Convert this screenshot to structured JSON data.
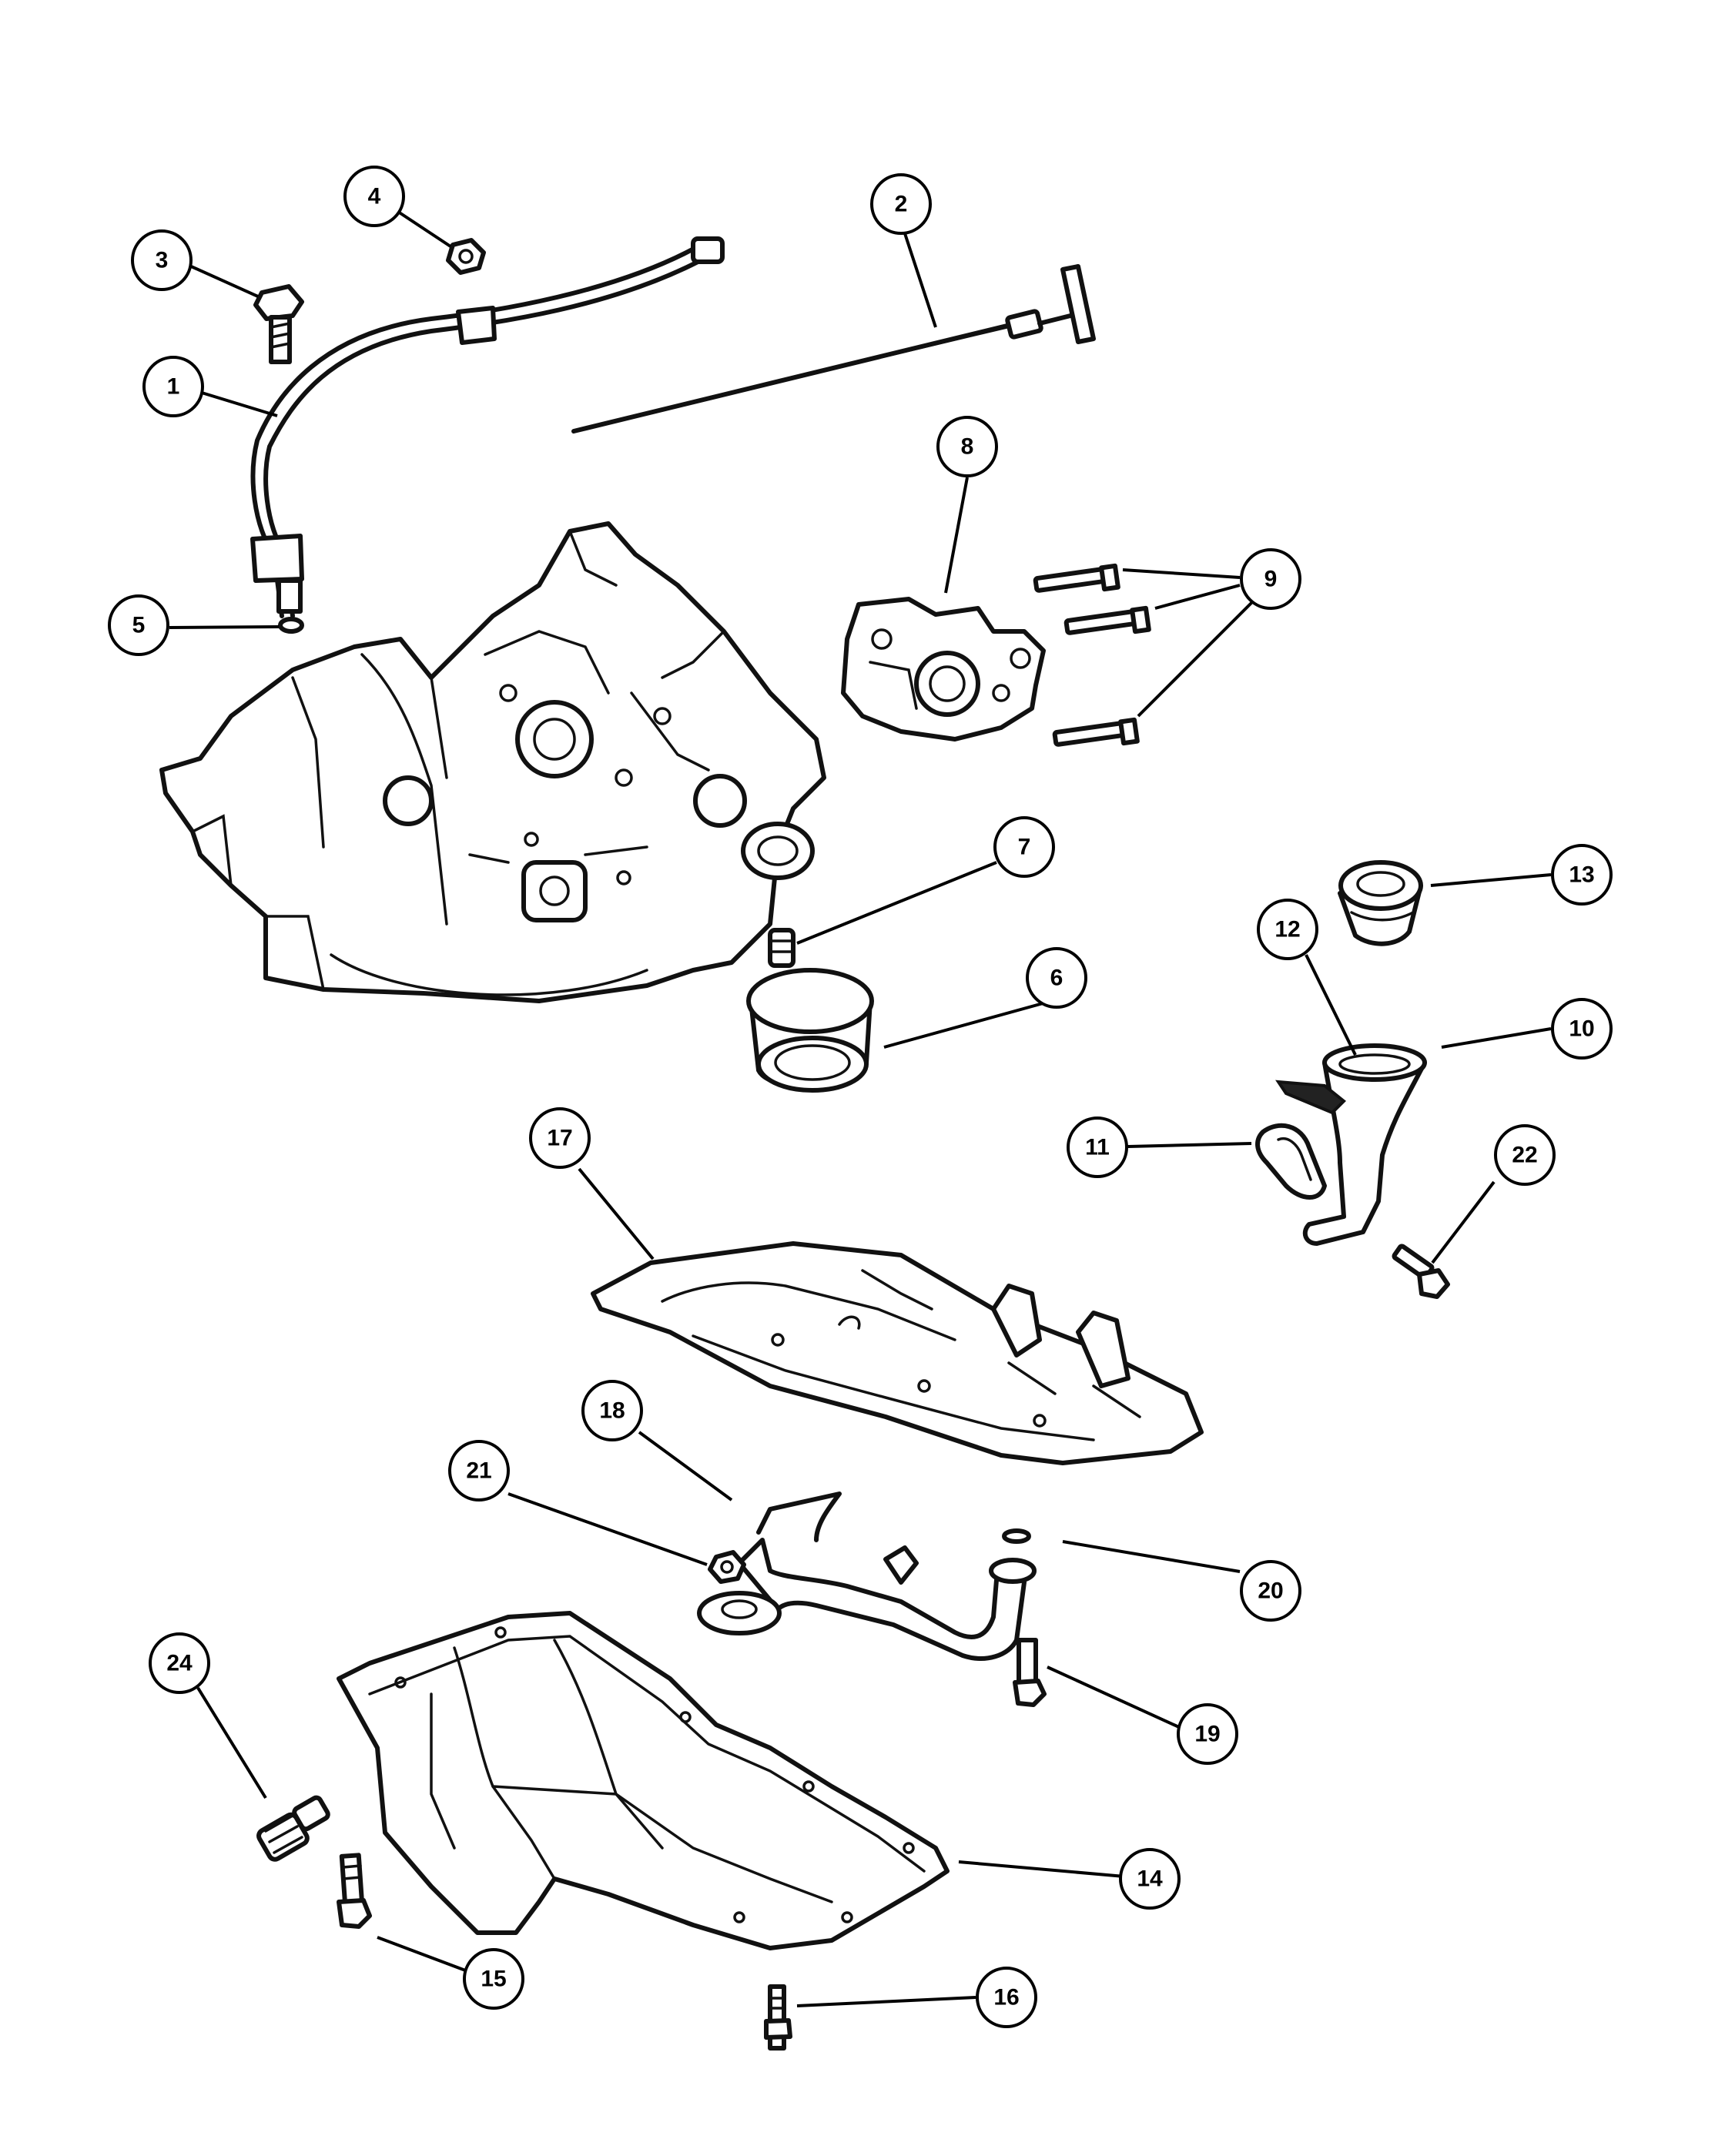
{
  "callouts": {
    "c1": "1",
    "c2": "2",
    "c3": "3",
    "c4": "4",
    "c5": "5",
    "c6": "6",
    "c7": "7",
    "c8": "8",
    "c9": "9",
    "c10": "10",
    "c11": "11",
    "c12": "12",
    "c13": "13",
    "c14": "14",
    "c15": "15",
    "c16": "16",
    "c17": "17",
    "c18": "18",
    "c19": "19",
    "c20": "20",
    "c21": "21",
    "c22": "22",
    "c24": "24"
  }
}
